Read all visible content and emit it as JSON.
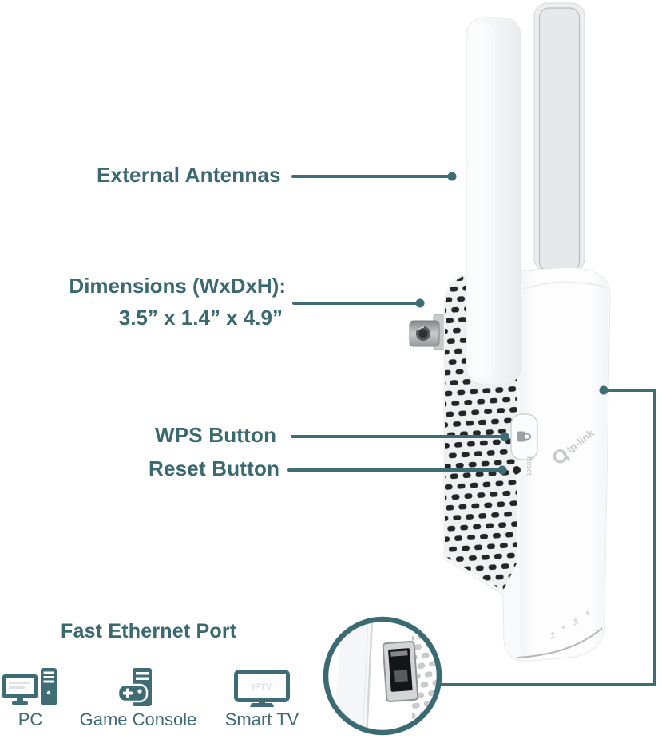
{
  "colors": {
    "accent_teal": "#3E6C74",
    "label_text": "#3A6970",
    "icon_teal": "#3E6D75",
    "device_white": "#FBFCFD",
    "vent_hole_dark": "#232527"
  },
  "callouts": {
    "external_antennas": "External Antennas",
    "dimensions_title": "Dimensions (WxDxH):",
    "dimensions_value": "3.5” x 1.4” x 4.9”",
    "wps_button": "WPS Button",
    "reset_button": "Reset Button",
    "fast_ethernet_port": "Fast Ethernet Port"
  },
  "device": {
    "brand_logo_text": "tp-link",
    "reset_port_label": "Reset",
    "wps_icon": "lock-icon",
    "antennas": 2,
    "led_indicator_count": 4
  },
  "magnifier": {
    "shows": "ethernet-port",
    "icon": "rj45-port-icon"
  },
  "connected_devices": [
    {
      "label": "PC",
      "icon": "desktop-pc-icon"
    },
    {
      "label": "Game Console",
      "icon": "game-console-icon"
    },
    {
      "label": "Smart TV",
      "icon": "smart-tv-icon",
      "screen_text": "IPTV"
    }
  ]
}
